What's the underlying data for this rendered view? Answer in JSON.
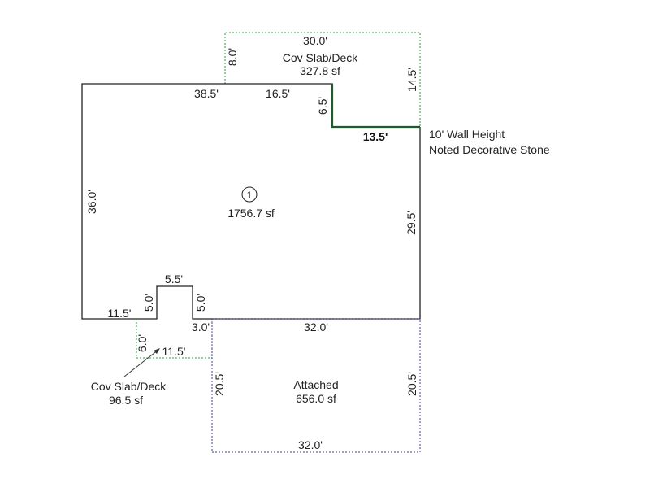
{
  "main_area": {
    "number": "1",
    "area": "1756.7 sf",
    "dims": {
      "left": "36.0'",
      "top_left": "38.5'",
      "top_mid": "16.5'",
      "step_down": "6.5'",
      "step_run": "13.5'",
      "right": "29.5'",
      "bottom_left": "11.5'",
      "notch_left": "5.0'",
      "notch_top": "5.5'",
      "notch_right": "5.0'",
      "notch_bottom": "3.0'"
    }
  },
  "deck_top": {
    "name": "Cov Slab/Deck",
    "area": "327.8 sf",
    "dims": {
      "top": "30.0'",
      "left": "8.0'",
      "right": "14.5'"
    }
  },
  "deck_bottom": {
    "name": "Cov Slab/Deck",
    "area": "96.5 sf",
    "dims": {
      "left": "6.0'",
      "bottom": "11.5'"
    }
  },
  "garage": {
    "name": "Attached",
    "area": "656.0 sf",
    "dims": {
      "top": "32.0'",
      "bottom": "32.0'",
      "left": "20.5'",
      "right": "20.5'"
    }
  },
  "note": {
    "line1": "10' Wall Height",
    "line2": "Noted Decorative Stone"
  },
  "colors": {
    "main_wall": "#222222",
    "decorative_stone_wall": "#1d5c2a",
    "deck_outline": "#2e9a3c",
    "garage_outline": "#3b3fa8"
  }
}
